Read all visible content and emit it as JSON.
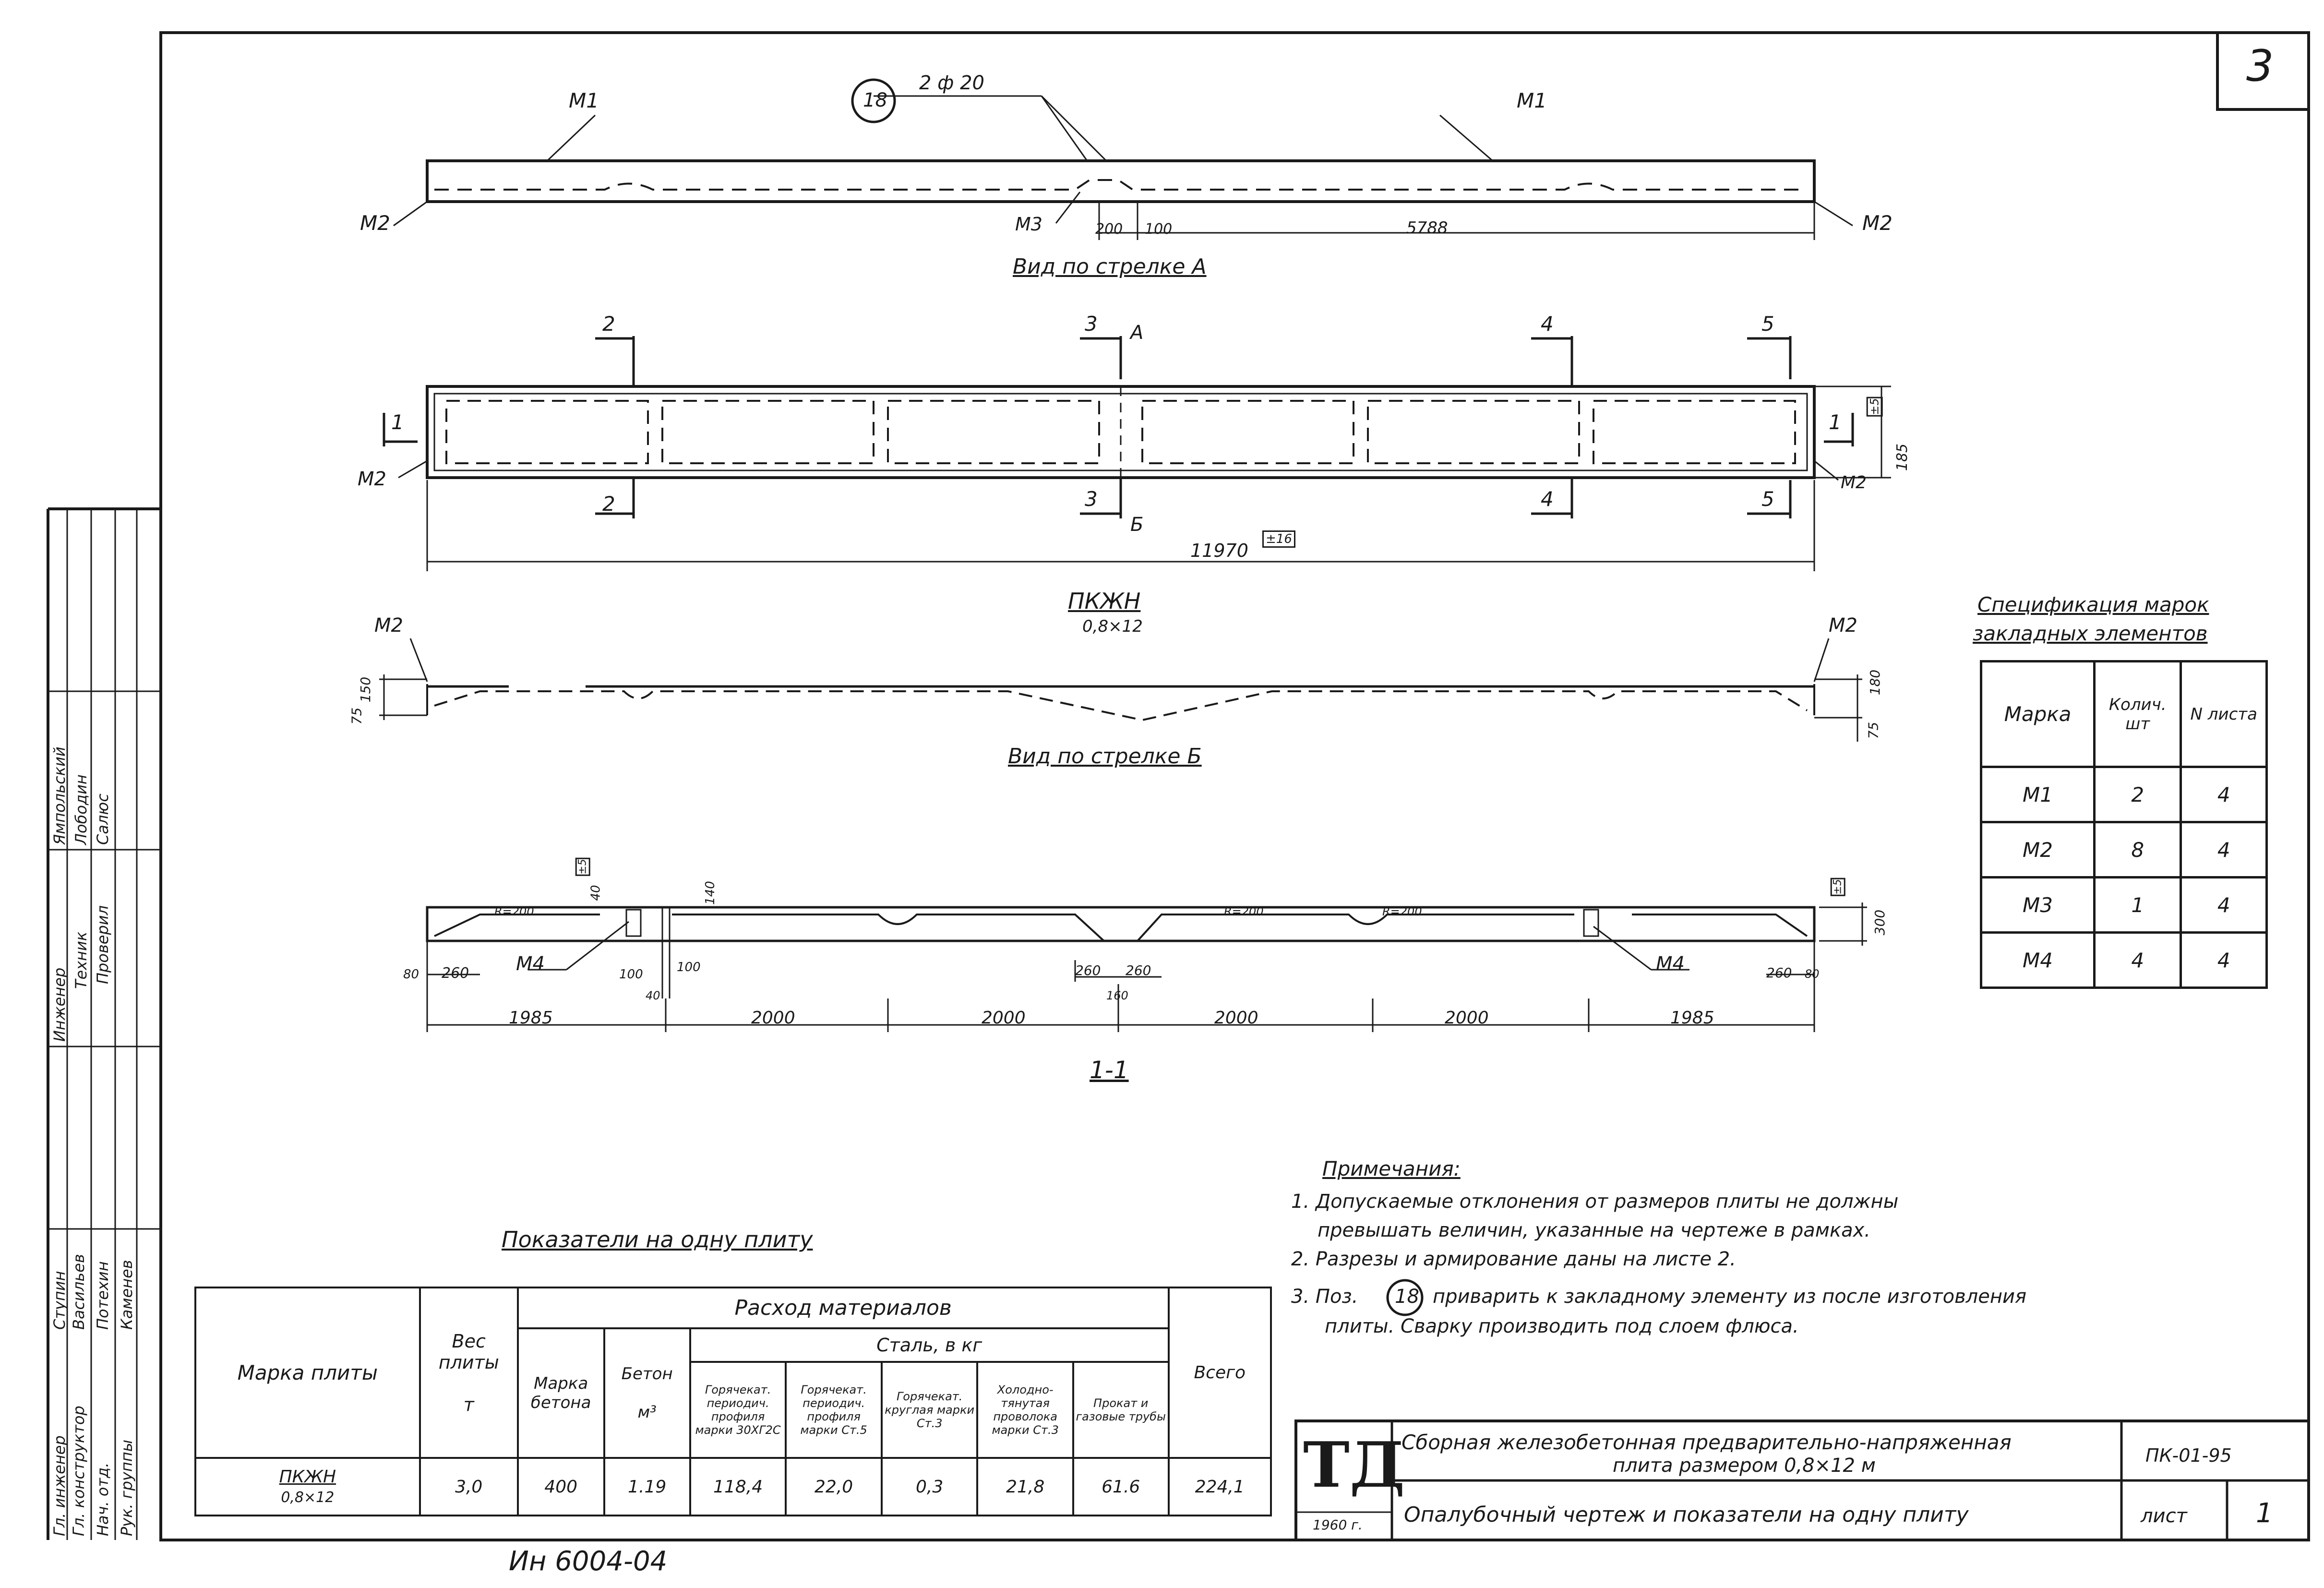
{
  "sheet_number": "3",
  "views": {
    "view_a_title": "Вид по стрелке А",
    "view_b_title": "Вид по стрелке Б",
    "plan_title": "ПКЖН",
    "plan_subtitle": "0,8×12",
    "section_title": "1-1"
  },
  "labels": {
    "m1": "М1",
    "m2": "М2",
    "m3": "М3",
    "m4": "М4",
    "pos18": "18",
    "rebar": "2 ф 20",
    "arrow_a": "А",
    "arrow_b": "Б",
    "cut1": "1",
    "cut2": "2",
    "cut3": "3",
    "cut4": "4",
    "cut5": "5"
  },
  "dims": {
    "top_200": "200",
    "top_100": "100",
    "top_5788": "5788",
    "plan_length": "11970",
    "plan_tol": "±16",
    "plan_185": "185",
    "plan_tol_side": "±5",
    "b_75": "75",
    "b_150": "150",
    "b_180": "180",
    "b_75r": "75",
    "s_1985a": "1985",
    "s_2000a": "2000",
    "s_2000b": "2000",
    "s_2000c": "2000",
    "s_2000d": "2000",
    "s_1985b": "1985",
    "s_260a": "260",
    "s_260b": "260",
    "s_260c": "260",
    "s_260d": "260",
    "s_80": "80",
    "s_300": "300",
    "s_40": "40",
    "s_100a": "100",
    "s_100b": "100",
    "s_140": "140",
    "s_40b": "40",
    "s_160": "160",
    "s_r200a": "R=200",
    "s_r200b": "R=200",
    "s_r200c": "R=200",
    "s_tol": "±5",
    "s_80r": "80"
  },
  "spec": {
    "title_line1": "Спецификация марок",
    "title_line2": "закладных элементов",
    "headers": [
      "Марка",
      "Колич. шт",
      "N листа"
    ],
    "rows": [
      [
        "М1",
        "2",
        "4"
      ],
      [
        "М2",
        "8",
        "4"
      ],
      [
        "М3",
        "1",
        "4"
      ],
      [
        "М4",
        "4",
        "4"
      ]
    ]
  },
  "notes": {
    "title": "Примечания:",
    "n1a": "1. Допускаемые отклонения от размеров плиты не должны",
    "n1b": "превышать величин, указанные на чертеже в рамках.",
    "n2": "2. Разрезы и армирование даны на листе 2.",
    "n3a_pre": "3. Поз.",
    "n3a_pos": "18",
    "n3a_post": "приварить к закладному элементу из после изготовления",
    "n3b": "плиты. Сварку производить под слоем флюса."
  },
  "indicators": {
    "title": "Показатели на одну плиту",
    "h_mark": "Марка плиты",
    "h_weight": "Вес плиты",
    "h_weight_unit": "т",
    "h_materials": "Расход материалов",
    "h_concrete_mark": "Марка бетона",
    "h_concrete": "Бетон",
    "h_concrete_unit": "м³",
    "h_steel": "Сталь, в кг",
    "h_s1": "Горячекат. периодич. профиля марки 30ХГ2С",
    "h_s2": "Горячекат. периодич. профиля марки Ст.5",
    "h_s3": "Горячекат. круглая марки Ст.3",
    "h_s4": "Холодно-тянутая проволока марки Ст.3",
    "h_s5": "Прокат и газовые трубы",
    "h_total": "Всего",
    "row": {
      "mark": "ПКЖН",
      "mark_sub": "0,8×12",
      "weight": "3,0",
      "concrete_mark": "400",
      "concrete": "1.19",
      "s1": "118,4",
      "s2": "22,0",
      "s3": "0,3",
      "s4": "21,8",
      "s5": "61.6",
      "total": "224,1"
    }
  },
  "title_block": {
    "logo": "ТД",
    "year": "1960 г.",
    "title_line1": "Сборная железобетонная предварительно-напряженная",
    "title_line2": "плита размером 0,8×12 м",
    "subtitle": "Опалубочный чертеж и показатели на одну плиту",
    "code": "ПК-01-95",
    "sheet_label": "лист",
    "sheet_value": "1"
  },
  "inventory": "Ин 6004-04",
  "side_stamp": {
    "roles": [
      "Гл. инженер",
      "Гл. конструктор",
      "Нач. отд.",
      "Рук. группы",
      "Инженер",
      "Техник",
      "Проверил"
    ],
    "names": [
      "Ступин",
      "Васильев",
      "Потехин",
      "Каменев",
      "Ямпольский",
      "Лободин",
      "Салюс"
    ]
  }
}
